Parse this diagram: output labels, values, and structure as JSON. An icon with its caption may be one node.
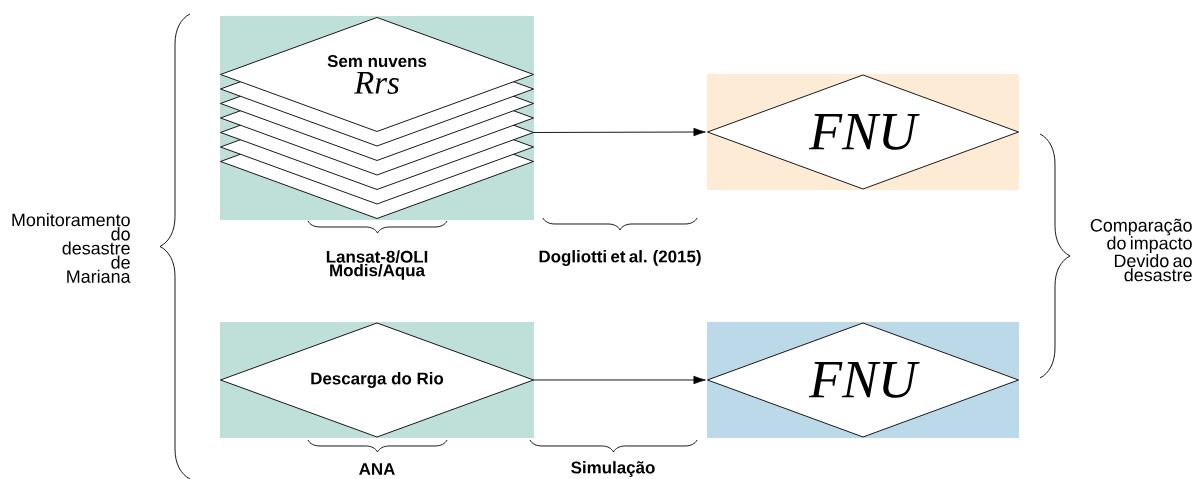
{
  "diagram": {
    "nodes": [
      {
        "text": [],
        "shape": "box"
      },
      {
        "text": [
          "Sem nuvens",
          "Rrs"
        ],
        "in": 0
      },
      {
        "text": [],
        "shape": "box"
      },
      {
        "text": [
          "FNU"
        ],
        "in": 2
      },
      {
        "text": [],
        "shape": "box"
      },
      {
        "text": [
          "Descarga do Rio"
        ],
        "in": 4
      },
      {
        "text": [],
        "shape": "box"
      },
      {
        "text": [
          "FNU"
        ],
        "in": 6
      }
    ],
    "edges": [
      {
        "from": 1,
        "to": 3,
        "arrow": "to"
      },
      {
        "from": 5,
        "to": 7,
        "arrow": "to"
      }
    ],
    "labels": [
      "Monitoramento do desastre de Mariana",
      "Lansat-8/OLI Modis/Aqua",
      "Dogliotti et al. (2015)",
      "Comparação do impacto Devido ao desastre",
      "ANA",
      "Simulação"
    ]
  }
}
